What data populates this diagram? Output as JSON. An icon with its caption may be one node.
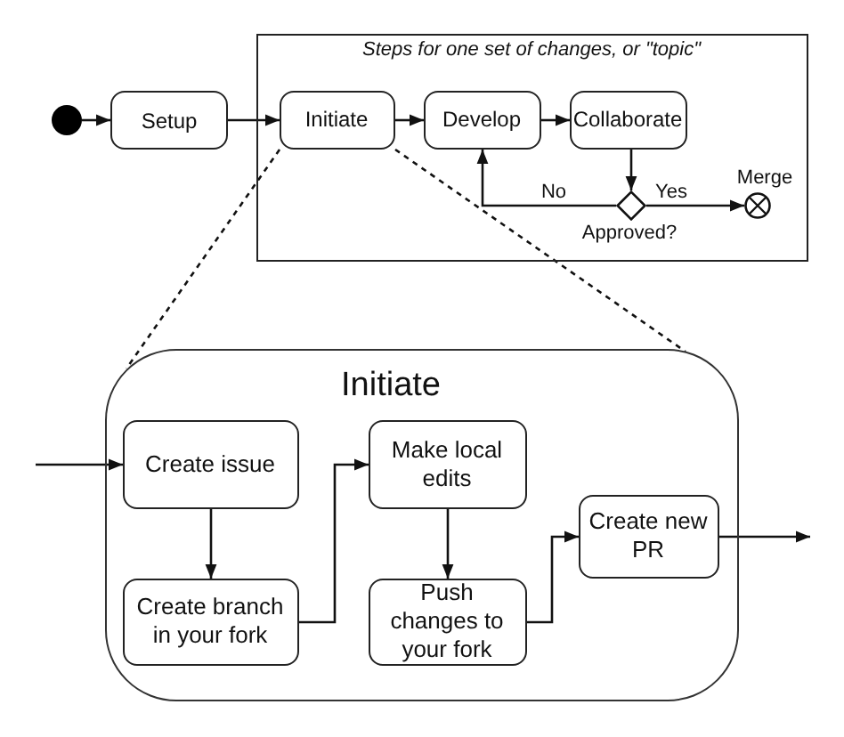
{
  "diagram": {
    "nodes": [
      {
        "text": [],
        "shape": "circle"
      },
      {
        "text": [
          "Setup"
        ]
      },
      {
        "text": [
          "Steps for one set of changes, or \"topic\""
        ]
      },
      {
        "text": [
          "Initiate"
        ],
        "in": 2
      },
      {
        "text": [
          "Develop"
        ],
        "in": 2
      },
      {
        "text": [
          "Collaborate"
        ],
        "in": 2
      },
      {
        "text": [],
        "shape": "diamond",
        "in": 2,
        "beside": [
          "Approved?"
        ]
      },
      {
        "text": [],
        "shape": "circle",
        "in": 2,
        "beside": [
          "Merge"
        ]
      },
      {
        "text": [
          "Initiate"
        ]
      },
      {
        "text": [
          "Create issue"
        ],
        "in": 8
      },
      {
        "text": [
          "Create branch in your fork"
        ],
        "in": 8
      },
      {
        "text": [
          "Make local edits"
        ],
        "in": 8
      },
      {
        "text": [
          "Push changes to your fork"
        ],
        "in": 8
      },
      {
        "text": [
          "Create new PR"
        ],
        "in": 8
      }
    ],
    "edges": [
      {
        "from": 0,
        "to": 1,
        "arrow": "to"
      },
      {
        "from": 1,
        "to": 3,
        "arrow": "to"
      },
      {
        "from": 3,
        "to": 4,
        "arrow": "to"
      },
      {
        "from": 4,
        "to": 5,
        "arrow": "to"
      },
      {
        "from": 5,
        "to": 6,
        "arrow": "to"
      },
      {
        "from": 6,
        "to": 4,
        "arrow": "to",
        "label": "No"
      },
      {
        "from": 6,
        "to": 7,
        "arrow": "to",
        "label": "Yes"
      },
      {
        "from": 3,
        "to": 8,
        "arrow": "none",
        "style": "dashed"
      },
      {
        "from": 3,
        "to": 8,
        "arrow": "none",
        "style": "dashed"
      },
      {
        "from": null,
        "to": 9,
        "arrow": "to"
      },
      {
        "from": 9,
        "to": 10,
        "arrow": "to"
      },
      {
        "from": 10,
        "to": 11,
        "arrow": "to"
      },
      {
        "from": 11,
        "to": 12,
        "arrow": "to"
      },
      {
        "from": 12,
        "to": 13,
        "arrow": "to"
      },
      {
        "from": 13,
        "to": null,
        "arrow": "to"
      }
    ]
  }
}
